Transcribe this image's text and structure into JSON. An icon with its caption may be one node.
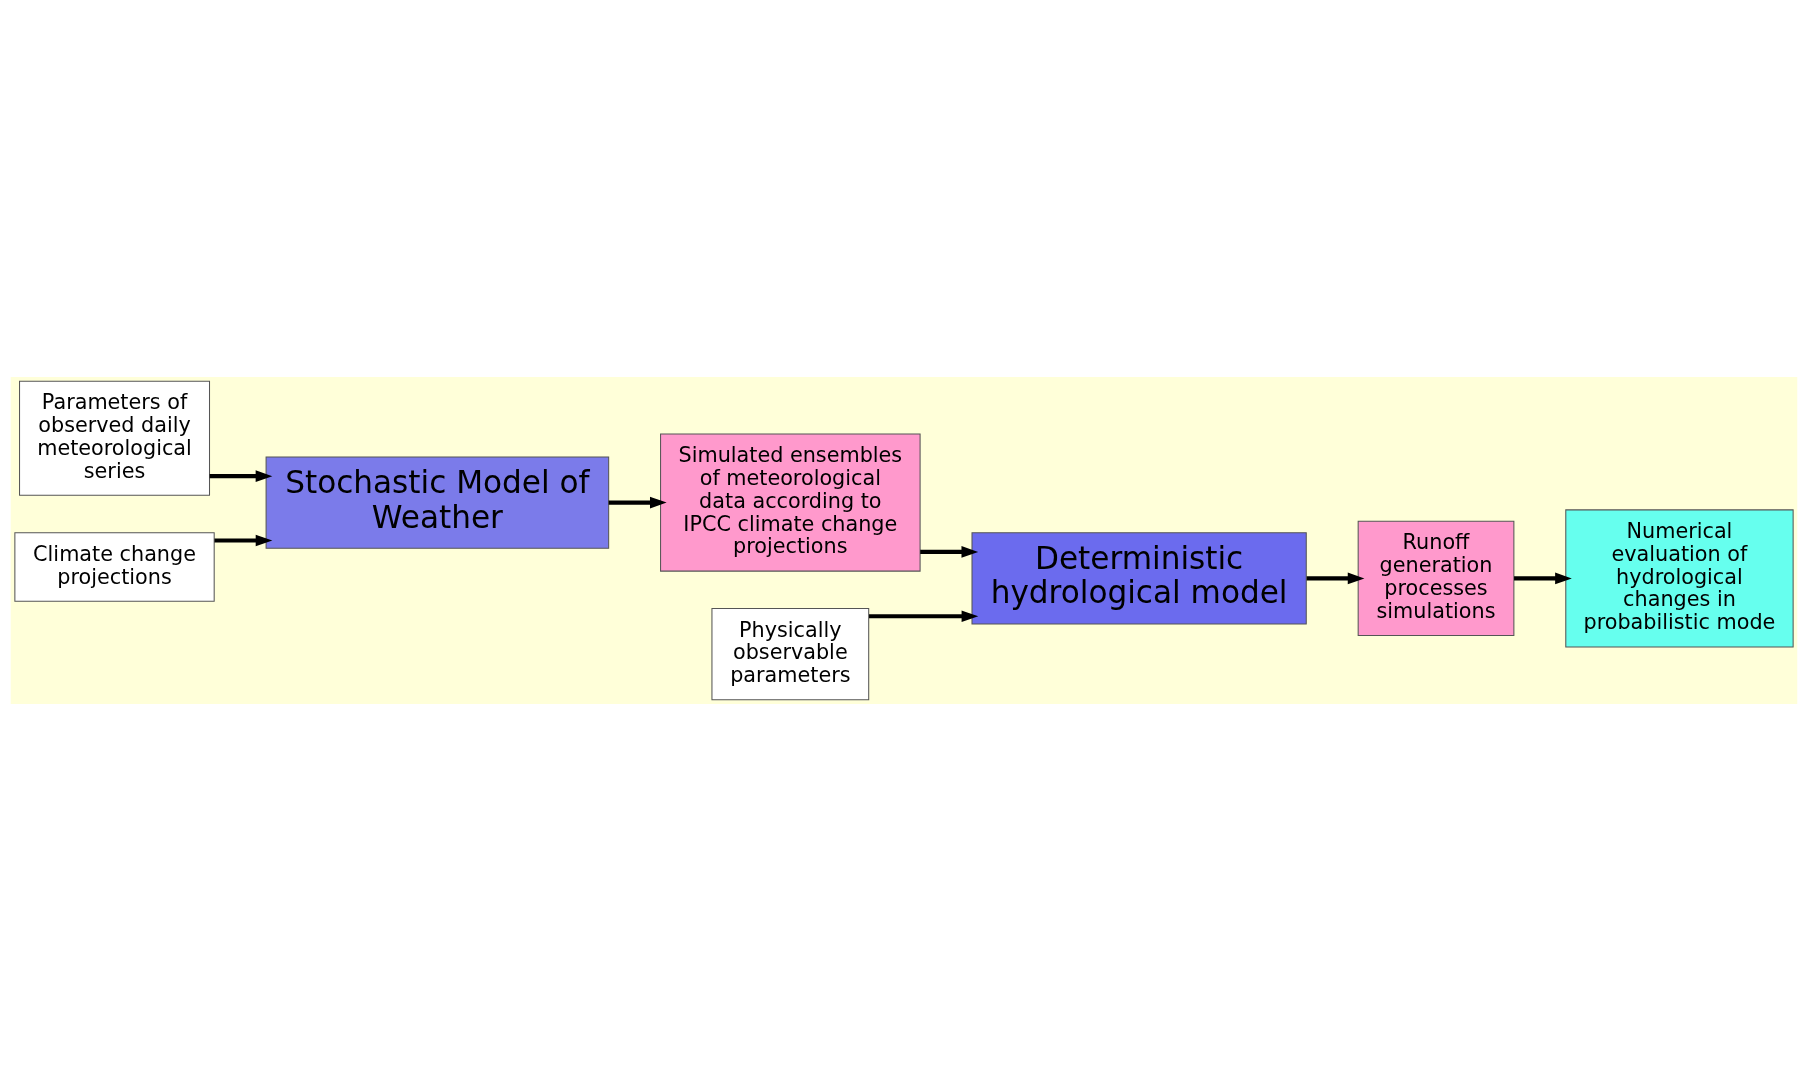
{
  "diagram": {
    "nodes": [
      {
        "text": [
          "Parameters of observed daily meteorological series"
        ]
      },
      {
        "text": [
          "Simulated ensembles of meteorological data according to IPCC climate change projections"
        ]
      },
      {
        "text": [
          "Physically observable parameters"
        ]
      },
      {
        "text": [
          "Stochastic Model of Weather"
        ]
      },
      {
        "text": [
          "Deterministic hydrological model"
        ]
      },
      {
        "text": [
          "Climate change projections"
        ]
      },
      {
        "text": [
          "Runoff generation processes simulations"
        ]
      },
      {
        "text": [
          "Numerical evaluation of hydrological changes in probabilistic mode"
        ]
      }
    ],
    "edges": [
      {
        "from": 0,
        "to": 3,
        "arrow": "to"
      },
      {
        "from": 5,
        "to": 3,
        "arrow": "to"
      },
      {
        "from": 3,
        "to": 1,
        "arrow": "to"
      },
      {
        "from": 1,
        "to": 4,
        "arrow": "to"
      },
      {
        "from": 2,
        "to": 4,
        "arrow": "to"
      },
      {
        "from": 4,
        "to": 6,
        "arrow": "to"
      },
      {
        "from": 6,
        "to": 7,
        "arrow": "to"
      }
    ]
  }
}
